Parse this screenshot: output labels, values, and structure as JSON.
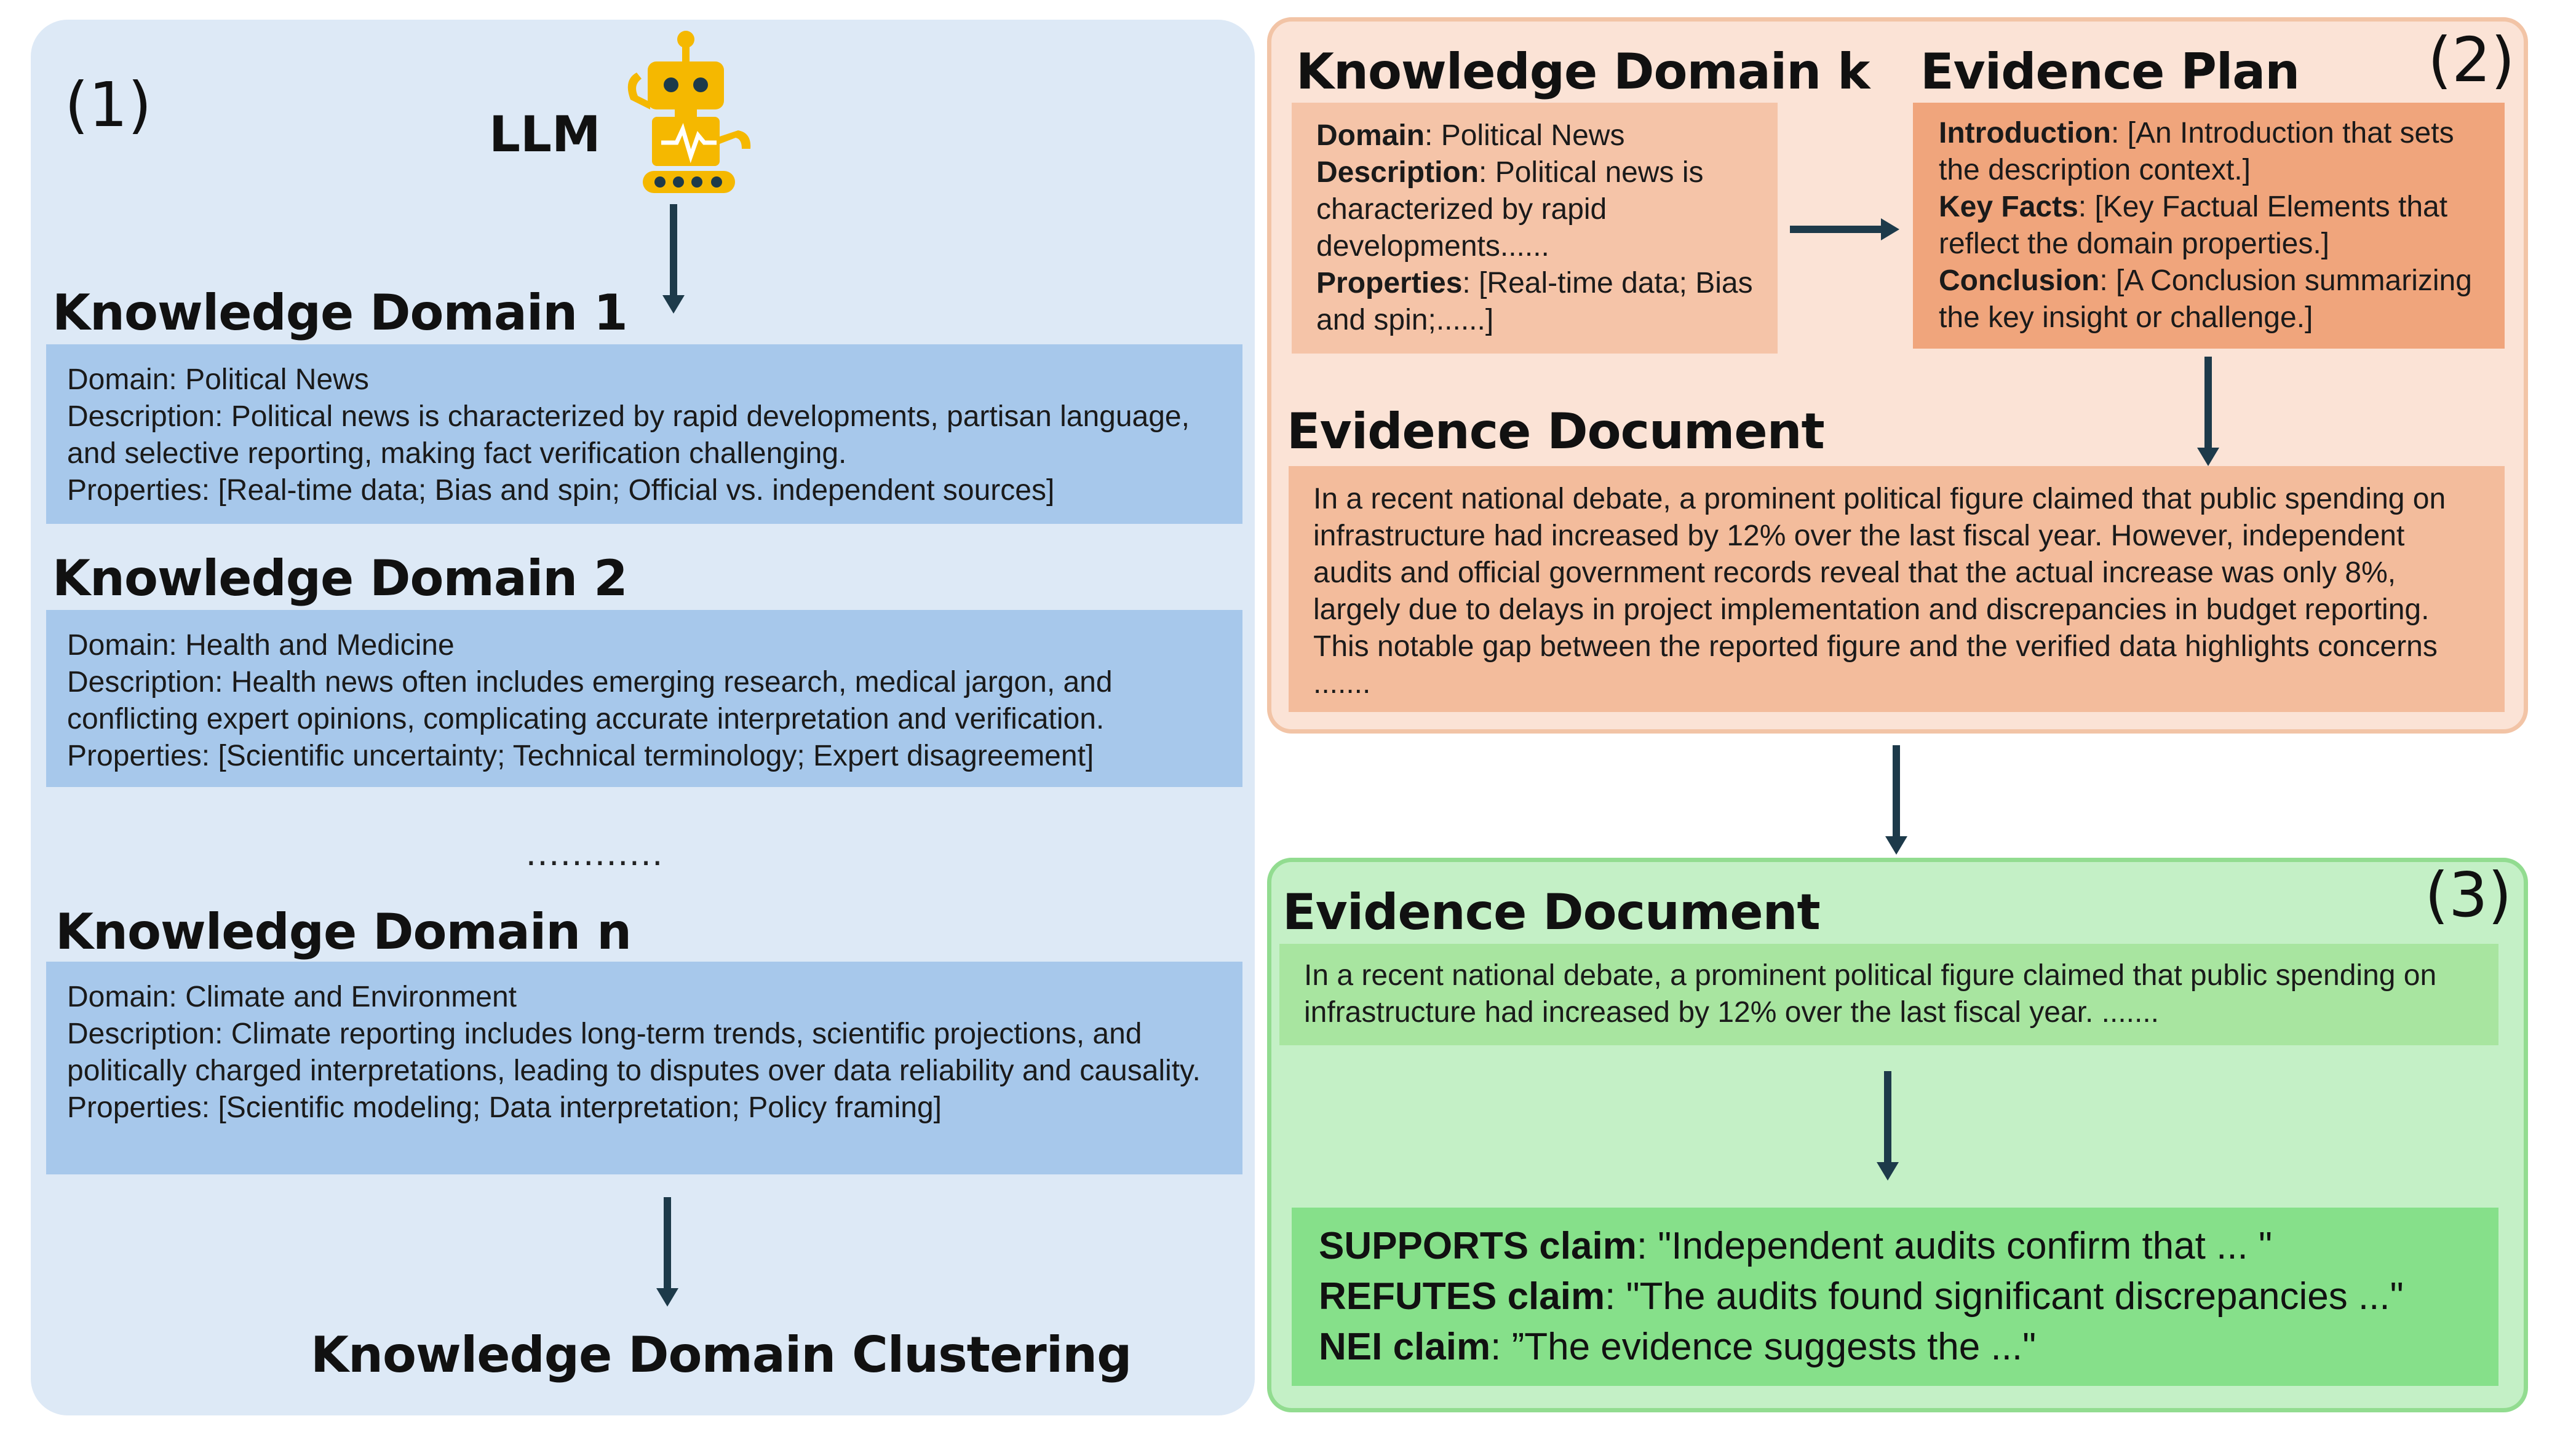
{
  "panel1": {
    "number": "(1)",
    "llm_label": "LLM",
    "domains": [
      {
        "title": "Knowledge Domain 1",
        "domain": "Domain: Political News",
        "description": "Description: Political news is characterized by rapid developments, partisan language, and selective reporting, making fact verification challenging.",
        "properties": "Properties: [Real-time data; Bias and spin; Official vs. independent sources]"
      },
      {
        "title": "Knowledge Domain 2",
        "domain": "Domain: Health and Medicine",
        "description": "Description: Health news often includes emerging research, medical jargon, and conflicting expert opinions, complicating accurate interpretation and verification.",
        "properties": "Properties: [Scientific uncertainty; Technical terminology; Expert disagreement]"
      },
      {
        "title": "Knowledge Domain n",
        "domain": "Domain: Climate and Environment",
        "description": "Description: Climate reporting includes long-term trends, scientific projections, and politically charged interpretations, leading to disputes over data reliability and causality.",
        "properties": "Properties: [Scientific modeling; Data interpretation; Policy framing]"
      }
    ],
    "ellipsis": "............",
    "clustering_label": "Knowledge Domain Clustering"
  },
  "panel2": {
    "number": "(2)",
    "domain_k": {
      "title": "Knowledge Domain k",
      "domain_key": "Domain",
      "domain_val": ": Political News",
      "description_key": "Description",
      "description_val": ": Political news is characterized by rapid developments......",
      "properties_key": "Properties",
      "properties_val": ": [Real-time data; Bias and spin;......]"
    },
    "plan": {
      "title": "Evidence Plan",
      "intro_key": "Introduction",
      "intro_val": ": [An Introduction that sets the description context.]",
      "facts_key": "Key Facts",
      "facts_val": ": [Key Factual Elements that reflect the domain properties.]",
      "conclusion_key": "Conclusion",
      "conclusion_val": ": [A Conclusion summarizing the key insight or challenge.]"
    },
    "document": {
      "title": "Evidence Document",
      "text": "In a recent national debate, a prominent political figure claimed that public spending on infrastructure had increased by 12% over the last fiscal year. However, independent audits and official government records reveal that the actual increase was only 8%, largely due to delays in project implementation and discrepancies in budget reporting. This notable gap between the reported figure and the verified data highlights concerns",
      "trailing": "......."
    }
  },
  "panel3": {
    "number": "(3)",
    "document": {
      "title": "Evidence Document",
      "text": "In a recent national debate, a prominent political figure claimed that public spending on infrastructure had increased by 12% over the last fiscal year. ......."
    },
    "claims": [
      {
        "key": "SUPPORTS claim",
        "text": ": \"Independent audits confirm that ... \""
      },
      {
        "key": "REFUTES claim",
        "text": ": \"The audits found significant discrepancies ...\""
      },
      {
        "key": "NEI claim",
        "text": ": ”The evidence suggests the ...\""
      }
    ]
  },
  "colors": {
    "panel1_bg": "#dde9f6",
    "panel1_box": "#a7c8eb",
    "panel2_bg": "#fbe3d6",
    "panel2_plan": "#f0a57c",
    "panel3_bg": "#c4f0c6",
    "panel3_claims": "#86e08a",
    "arrow": "#1d3a4a",
    "robot": "#f5b800"
  }
}
